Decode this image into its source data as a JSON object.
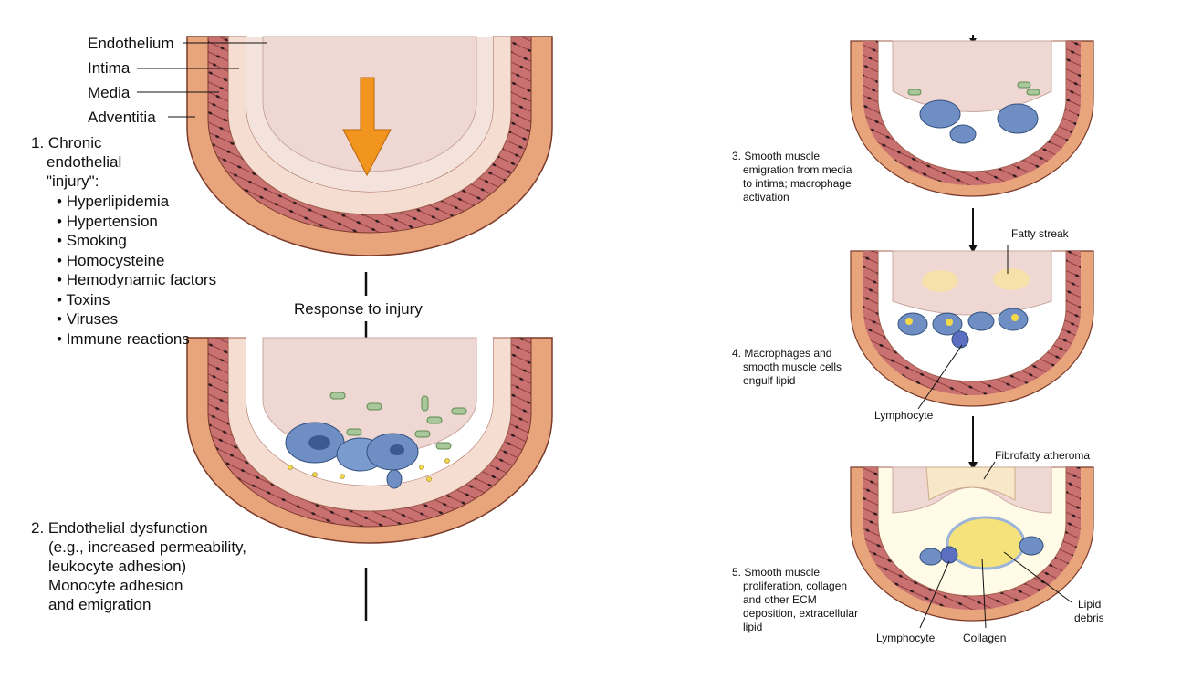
{
  "left": {
    "layer_labels": [
      "Endothelium",
      "Intima",
      "Media",
      "Adventitia"
    ],
    "stage1": {
      "number": "1.",
      "title_lines": [
        "Chronic",
        "endothelial",
        "\"injury\":"
      ],
      "factors": [
        "Hyperlipidemia",
        "Hypertension",
        "Smoking",
        "Homocysteine",
        "Hemodynamic factors",
        "Toxins",
        "Viruses",
        "Immune reactions"
      ]
    },
    "response_label": "Response to injury",
    "stage2": {
      "number": "2.",
      "lines": [
        "Endothelial dysfunction",
        "(e.g., increased permeability,",
        "leukocyte adhesion)",
        "Monocyte adhesion",
        "and emigration"
      ]
    }
  },
  "right": {
    "stage3": {
      "lines": [
        "3. Smooth muscle",
        "emigration from media",
        "to intima; macrophage",
        "activation"
      ]
    },
    "stage4": {
      "lines": [
        "4. Macrophages and",
        "smooth muscle cells",
        "engulf lipid"
      ]
    },
    "stage5": {
      "lines": [
        "5. Smooth muscle",
        "proliferation, collagen",
        "and other ECM",
        "deposition, extracellular",
        "lipid"
      ]
    },
    "callouts": {
      "fatty_streak": "Fatty streak",
      "lymphocyte_4": "Lymphocyte",
      "fibrofatty": "Fibrofatty atheroma",
      "lipid_debris_1": "Lipid",
      "lipid_debris_2": "debris",
      "lymphocyte_5": "Lymphocyte",
      "collagen": "Collagen"
    }
  },
  "colors": {
    "adventitia": "#e8a57c",
    "media": "#c26b6b",
    "lumen": "#f4e3dd",
    "arrow": "#f2951e",
    "macrophage": "#6f8fc4",
    "lipid": "#f5d84a"
  }
}
